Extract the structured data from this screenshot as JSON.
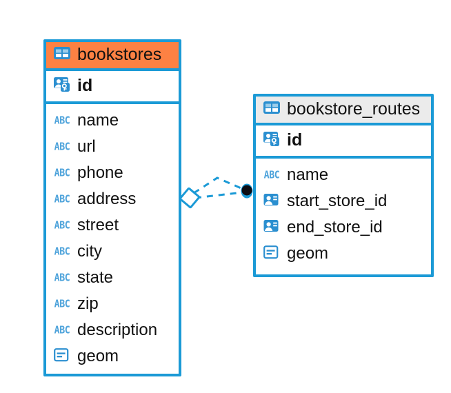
{
  "diagram": {
    "type": "entity-relationship-diagram",
    "background_color": "#ffffff",
    "accent_color": "#1b9ad6",
    "highlight_color": "#fd8143",
    "header_gray": "#ebebeb"
  },
  "tables": [
    {
      "name": "bookstores",
      "title": "bookstores",
      "header_style": "orange",
      "table_icon": "table-grid-icon",
      "primary_key": {
        "label": "id",
        "icon": "primary-key-icon"
      },
      "fields": [
        {
          "label": "name",
          "icon": "text-abc-icon",
          "icon_text": "ABC"
        },
        {
          "label": "url",
          "icon": "text-abc-icon",
          "icon_text": "ABC"
        },
        {
          "label": "phone",
          "icon": "text-abc-icon",
          "icon_text": "ABC"
        },
        {
          "label": "address",
          "icon": "text-abc-icon",
          "icon_text": "ABC"
        },
        {
          "label": "street",
          "icon": "text-abc-icon",
          "icon_text": "ABC"
        },
        {
          "label": "city",
          "icon": "text-abc-icon",
          "icon_text": "ABC"
        },
        {
          "label": "state",
          "icon": "text-abc-icon",
          "icon_text": "ABC"
        },
        {
          "label": "zip",
          "icon": "text-abc-icon",
          "icon_text": "ABC"
        },
        {
          "label": "description",
          "icon": "text-abc-icon",
          "icon_text": "ABC"
        },
        {
          "label": "geom",
          "icon": "blob-geometry-icon",
          "icon_text": ""
        }
      ]
    },
    {
      "name": "bookstore_routes",
      "title": "bookstore_routes",
      "header_style": "gray",
      "table_icon": "table-grid-icon",
      "primary_key": {
        "label": "id",
        "icon": "primary-key-icon"
      },
      "fields": [
        {
          "label": "name",
          "icon": "text-abc-icon",
          "icon_text": "ABC"
        },
        {
          "label": "start_store_id",
          "icon": "foreign-key-icon",
          "icon_text": ""
        },
        {
          "label": "end_store_id",
          "icon": "foreign-key-icon",
          "icon_text": ""
        },
        {
          "label": "geom",
          "icon": "blob-geometry-icon",
          "icon_text": ""
        }
      ]
    }
  ],
  "relationship": {
    "source_table": "bookstores",
    "target_table": "bookstore_routes",
    "source_endpoint": "diamond-marker",
    "target_endpoint": "filled-circle-marker",
    "line_style": "dashed",
    "color": "#1b9ad6"
  }
}
